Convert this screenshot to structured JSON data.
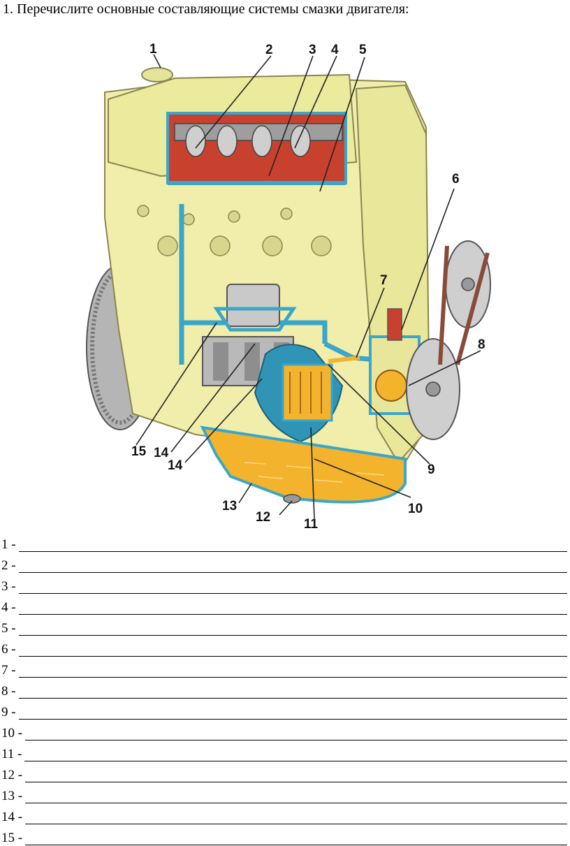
{
  "question": {
    "text": "1. Перечислите основные составляющие системы смазки двигателя:"
  },
  "figure": {
    "callouts": [
      "1",
      "2",
      "3",
      "4",
      "5",
      "6",
      "7",
      "8",
      "9",
      "10",
      "11",
      "12",
      "13",
      "14",
      "14",
      "15"
    ]
  },
  "answers": [
    {
      "label": "1 -"
    },
    {
      "label": "2 -"
    },
    {
      "label": "3 -"
    },
    {
      "label": "4 -"
    },
    {
      "label": "5 -"
    },
    {
      "label": "6 -"
    },
    {
      "label": "7 -"
    },
    {
      "label": "8 -"
    },
    {
      "label": "9 -"
    },
    {
      "label": "10 -"
    },
    {
      "label": "11 -"
    },
    {
      "label": "12 -"
    },
    {
      "label": "13 -"
    },
    {
      "label": "14 -"
    },
    {
      "label": "15 -"
    }
  ],
  "colors": {
    "engine_body": "#f0eeaa",
    "engine_outline": "#8a8650",
    "oil_channel": "#3aa6c8",
    "oil_sump": "#f3b32c",
    "camshaft_red": "#c8412e",
    "pulley_grey": "#bdbdbd"
  }
}
